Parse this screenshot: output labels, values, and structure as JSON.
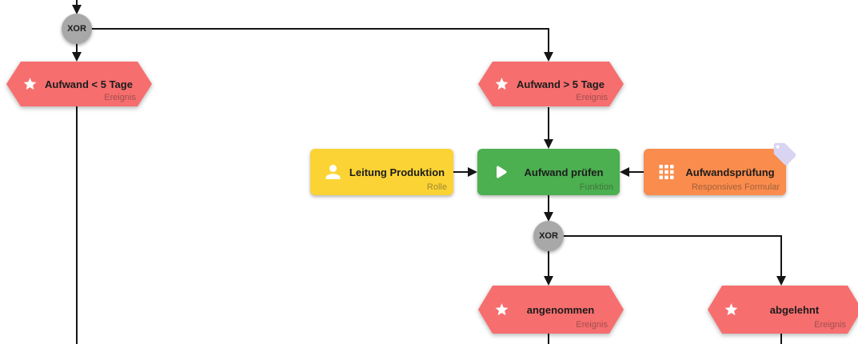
{
  "diagram_type": "EPC process flow",
  "connectors": {
    "xor_top": {
      "label": "XOR"
    },
    "xor_bottom": {
      "label": "XOR"
    }
  },
  "events": {
    "aufwand_lt": {
      "title": "Aufwand < 5 Tage",
      "type_label": "Ereignis",
      "icon": "star-icon"
    },
    "aufwand_gt": {
      "title": "Aufwand > 5 Tage",
      "type_label": "Ereignis",
      "icon": "star-icon"
    },
    "angenommen": {
      "title": "angenommen",
      "type_label": "Ereignis",
      "icon": "star-icon"
    },
    "abgelehnt": {
      "title": "abgelehnt",
      "type_label": "Ereignis",
      "icon": "star-icon"
    }
  },
  "role": {
    "title": "Leitung Produktion",
    "type_label": "Rolle",
    "icon": "person-icon"
  },
  "function": {
    "title": "Aufwand prüfen",
    "type_label": "Funktion",
    "icon": "play-icon"
  },
  "form": {
    "title": "Aufwandsprüfung",
    "type_label": "Responsives Formular",
    "icon": "grid-icon",
    "badge_icon": "tag-icon"
  },
  "colors": {
    "event": "#f76e6e",
    "role": "#fbd334",
    "function": "#4caf50",
    "form": "#fa8c4d",
    "connector": "#a8a8a8",
    "tag": "#d8d4f1",
    "line": "#151515"
  }
}
